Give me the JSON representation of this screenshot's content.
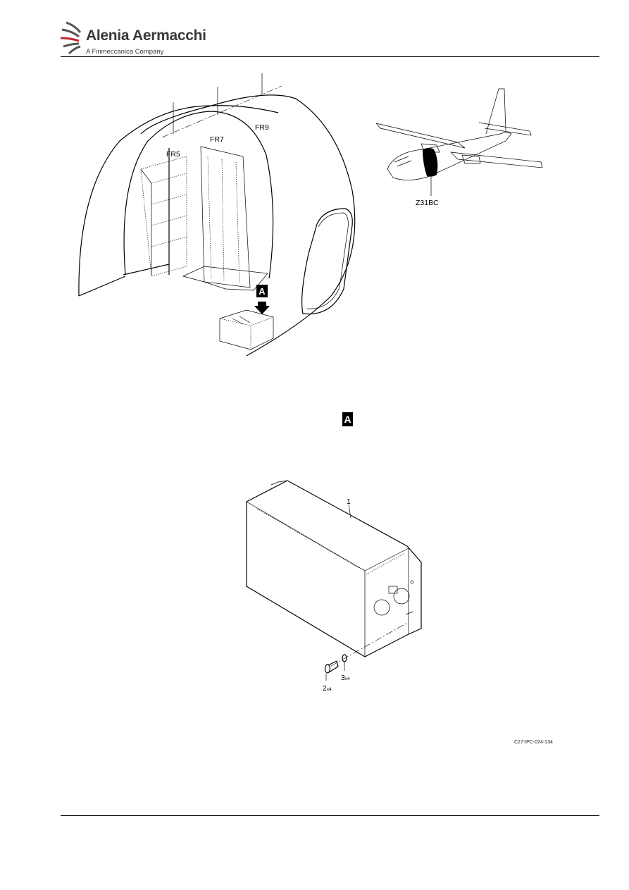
{
  "header": {
    "brand": "Alenia Aermacchi",
    "tagline": "A Finmeccanica Company",
    "logo_icon": "swoosh-rays-icon"
  },
  "view_main": {
    "frame_labels": [
      "FR5",
      "FR7",
      "FR9"
    ],
    "detail_ref": "A"
  },
  "locator": {
    "zone_label": "Z31BC"
  },
  "detail_a": {
    "title": "A",
    "items": [
      {
        "number": "1",
        "qty": ""
      },
      {
        "number": "2",
        "qty": "x4"
      },
      {
        "number": "3",
        "qty": "x4"
      }
    ]
  },
  "figure_ref": "C27-IPC-024-134"
}
